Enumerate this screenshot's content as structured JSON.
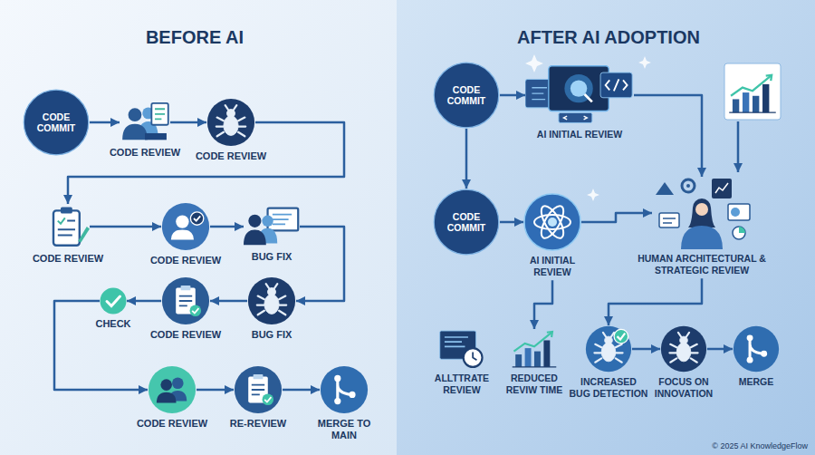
{
  "diagram": {
    "nodes": [
      {
        "text": [
          "CODE COMMIT"
        ]
      },
      {
        "text": [
          "CODE REVIEW"
        ]
      },
      {
        "text": [
          "CODE REVIEW"
        ]
      },
      {
        "text": [
          "CODE REVIEW"
        ]
      },
      {
        "text": [
          "CODE REVIEW"
        ]
      },
      {
        "text": [
          "BUG FIX"
        ]
      },
      {
        "text": [
          "CHECK"
        ]
      },
      {
        "text": [
          "CODE REVIEW"
        ]
      },
      {
        "text": [
          "BUG FIX"
        ]
      },
      {
        "text": [
          "CODE REVIEW"
        ]
      },
      {
        "text": [
          "RE-REVIEW"
        ]
      },
      {
        "text": [
          "MERGE TO MAIN"
        ]
      },
      {
        "text": [
          "CODE COMMIT"
        ]
      },
      {
        "text": [
          "AI INITIAL REVIEW"
        ]
      },
      {
        "text": [
          "CODE COMMIT"
        ]
      },
      {
        "text": [
          "AI INITIAL REVIEW"
        ]
      },
      {
        "text": [
          "HUMAN ARCHITECTURAL & STRATEGIC REVIEW"
        ]
      },
      {
        "text": [
          "ALLTTRATE REVIEW"
        ]
      },
      {
        "text": [
          "REDUCED REVIW TIME"
        ]
      },
      {
        "text": [
          "INCREASED BUG DETECTION"
        ]
      },
      {
        "text": [
          "FOCUS ON INNOVATION"
        ]
      },
      {
        "text": [
          "MERGE"
        ]
      }
    ],
    "edges": [
      {
        "from": 0,
        "to": 1,
        "arrow": "to"
      },
      {
        "from": 1,
        "to": 2,
        "arrow": "to"
      },
      {
        "from": 2,
        "to": 3,
        "arrow": "to"
      },
      {
        "from": 3,
        "to": 4,
        "arrow": "to"
      },
      {
        "from": 4,
        "to": 5,
        "arrow": "to"
      },
      {
        "from": 5,
        "to": 8,
        "arrow": "to"
      },
      {
        "from": 8,
        "to": 7,
        "arrow": "to"
      },
      {
        "from": 7,
        "to": 6,
        "arrow": "to"
      },
      {
        "from": 6,
        "to": 9,
        "arrow": "to"
      },
      {
        "from": 9,
        "to": 10,
        "arrow": "to"
      },
      {
        "from": 10,
        "to": 11,
        "arrow": "to"
      },
      {
        "from": 12,
        "to": 13,
        "arrow": "to"
      },
      {
        "from": 12,
        "to": 14,
        "arrow": "to"
      },
      {
        "from": 14,
        "to": 15,
        "arrow": "to"
      },
      {
        "from": 15,
        "to": 16,
        "arrow": "to"
      },
      {
        "from": 13,
        "to": 16,
        "arrow": "to"
      },
      {
        "from": 15,
        "to": 18,
        "arrow": "to"
      },
      {
        "from": 16,
        "to": 19,
        "arrow": "to"
      },
      {
        "from": 19,
        "to": 20,
        "arrow": "to"
      },
      {
        "from": 20,
        "to": 21,
        "arrow": "to"
      }
    ],
    "labels": [
      "BEFORE AI",
      "AFTER AI ADOPTION",
      "© 2025 AI KnowledgeFlow"
    ]
  }
}
